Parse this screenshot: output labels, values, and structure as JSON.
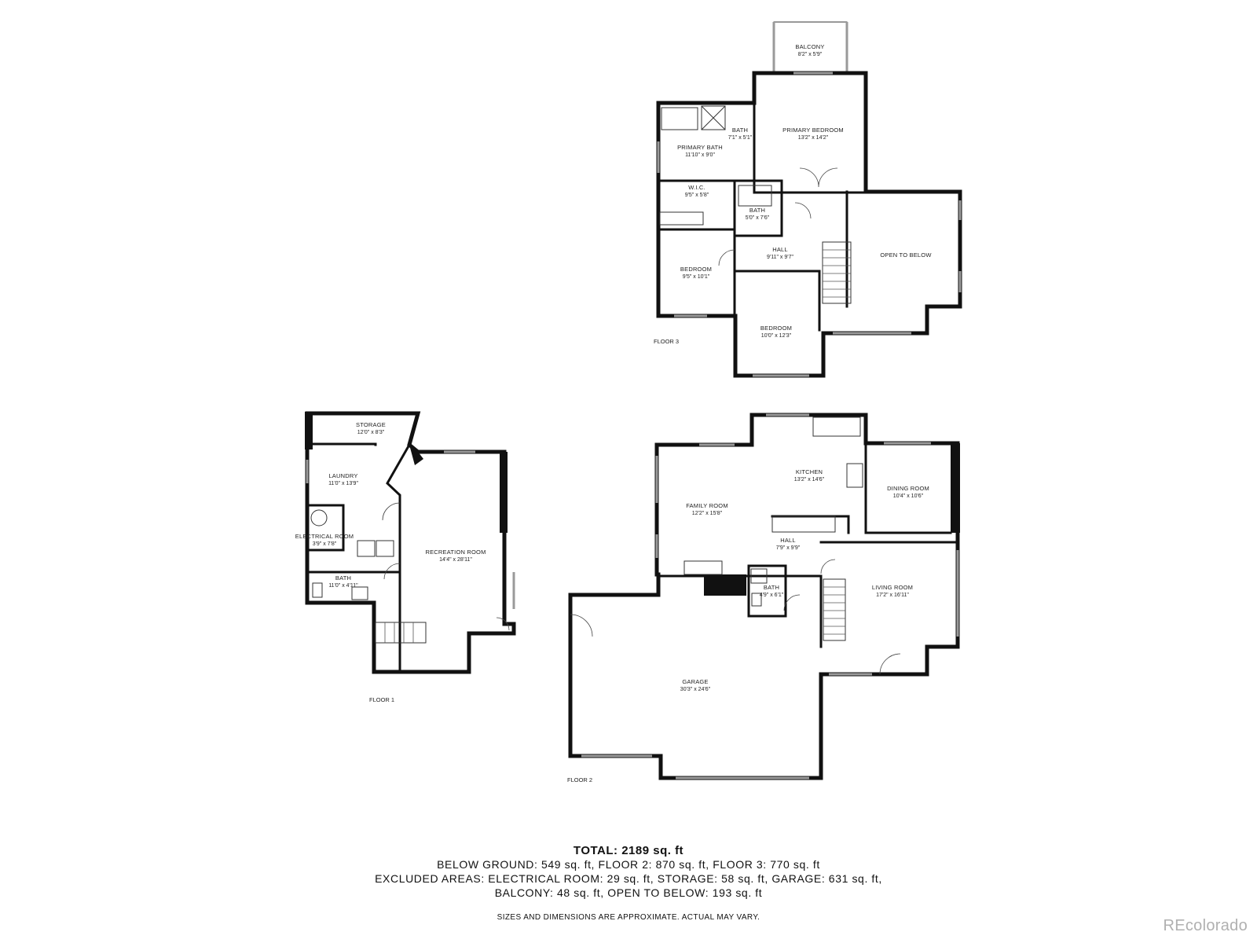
{
  "floors": {
    "floor3": {
      "label": "FLOOR 3",
      "rooms": {
        "balcony": {
          "name": "BALCONY",
          "dim": "8'2\" x 5'9\""
        },
        "primary_bedroom": {
          "name": "PRIMARY BEDROOM",
          "dim": "13'2\" x 14'2\""
        },
        "bath_small": {
          "name": "BATH",
          "dim": "7'1\" x 5'1\""
        },
        "primary_bath": {
          "name": "PRIMARY BATH",
          "dim": "11'10\" x 9'0\""
        },
        "wic": {
          "name": "W.I.C.",
          "dim": "9'5\" x 5'8\""
        },
        "bath": {
          "name": "BATH",
          "dim": "5'0\" x 7'6\""
        },
        "hall": {
          "name": "HALL",
          "dim": "9'11\" x 9'7\""
        },
        "open_to_below": {
          "name": "OPEN TO BELOW"
        },
        "bedroom_1": {
          "name": "BEDROOM",
          "dim": "9'5\" x 10'1\""
        },
        "bedroom_2": {
          "name": "BEDROOM",
          "dim": "10'0\" x 12'3\""
        }
      }
    },
    "floor1": {
      "label": "FLOOR 1",
      "rooms": {
        "storage": {
          "name": "STORAGE",
          "dim": "12'0\" x 8'3\""
        },
        "laundry": {
          "name": "LAUNDRY",
          "dim": "11'0\" x 13'9\""
        },
        "electrical": {
          "name": "ELECTRICAL ROOM",
          "dim": "3'9\" x 7'8\""
        },
        "bath": {
          "name": "BATH",
          "dim": "11'0\" x 4'11\""
        },
        "recreation": {
          "name": "RECREATION ROOM",
          "dim": "14'4\" x 28'11\""
        }
      }
    },
    "floor2": {
      "label": "FLOOR 2",
      "rooms": {
        "kitchen": {
          "name": "KITCHEN",
          "dim": "13'2\" x 14'6\""
        },
        "dining": {
          "name": "DINING ROOM",
          "dim": "10'4\" x 10'6\""
        },
        "family": {
          "name": "FAMILY ROOM",
          "dim": "12'2\" x 15'8\""
        },
        "hall": {
          "name": "HALL",
          "dim": "7'9\" x 9'9\""
        },
        "bath": {
          "name": "BATH",
          "dim": "4'9\" x 6'1\""
        },
        "living": {
          "name": "LIVING ROOM",
          "dim": "17'2\" x 16'11\""
        },
        "garage": {
          "name": "GARAGE",
          "dim": "30'3\" x 24'6\""
        }
      }
    }
  },
  "summary": {
    "total": "TOTAL: 2189 sq. ft",
    "line1": "BELOW GROUND: 549 sq. ft, FLOOR 2: 870 sq. ft, FLOOR 3: 770 sq. ft",
    "line2": "EXCLUDED AREAS: ELECTRICAL ROOM: 29 sq. ft, STORAGE: 58 sq. ft, GARAGE: 631 sq. ft,",
    "line3": "BALCONY: 48 sq. ft, OPEN TO BELOW: 193 sq. ft",
    "disclaimer": "SIZES AND DIMENSIONS ARE APPROXIMATE. ACTUAL MAY VARY."
  },
  "watermark": "REcolorado",
  "colors": {
    "wall": "#111111",
    "window": "#9a9a9a",
    "watermark": "#b0b0b0"
  }
}
